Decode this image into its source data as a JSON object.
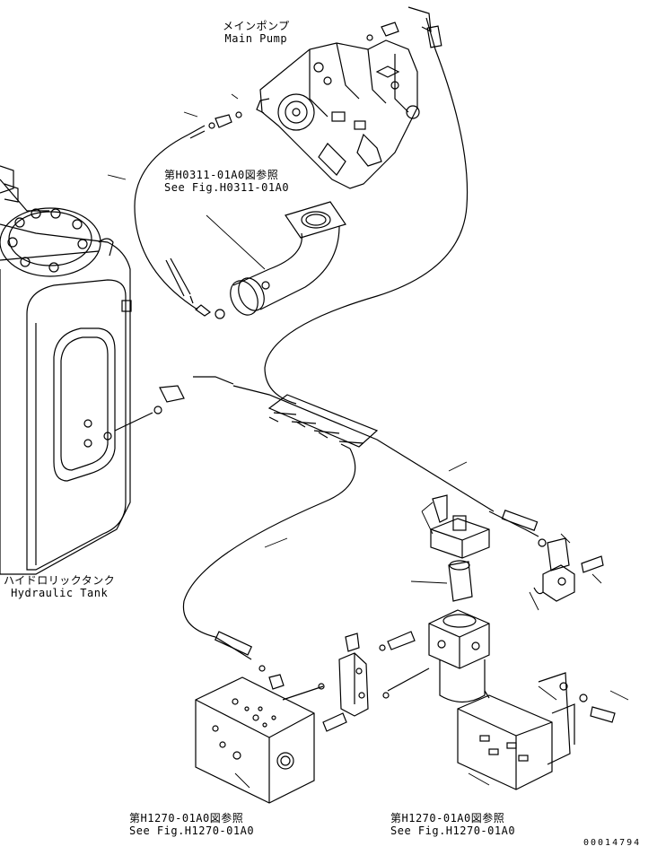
{
  "labels": {
    "main_pump": {
      "jp": "メインポンプ",
      "en": "Main Pump"
    },
    "ref_h0311": {
      "jp": "第H0311-01A0図参照",
      "en": "See Fig.H0311-01A0"
    },
    "hydraulic_tank": {
      "jp": "ハイドロリックタンク",
      "en": "Hydraulic Tank"
    },
    "ref_h1270_left": {
      "jp": "第H1270-01A0図参照",
      "en": "See Fig.H1270-01A0"
    },
    "ref_h1270_right": {
      "jp": "第H1270-01A0図参照",
      "en": "See Fig.H1270-01A0"
    },
    "drawing_number": "00014794"
  },
  "colors": {
    "line": "#000000",
    "paper": "#ffffff"
  }
}
